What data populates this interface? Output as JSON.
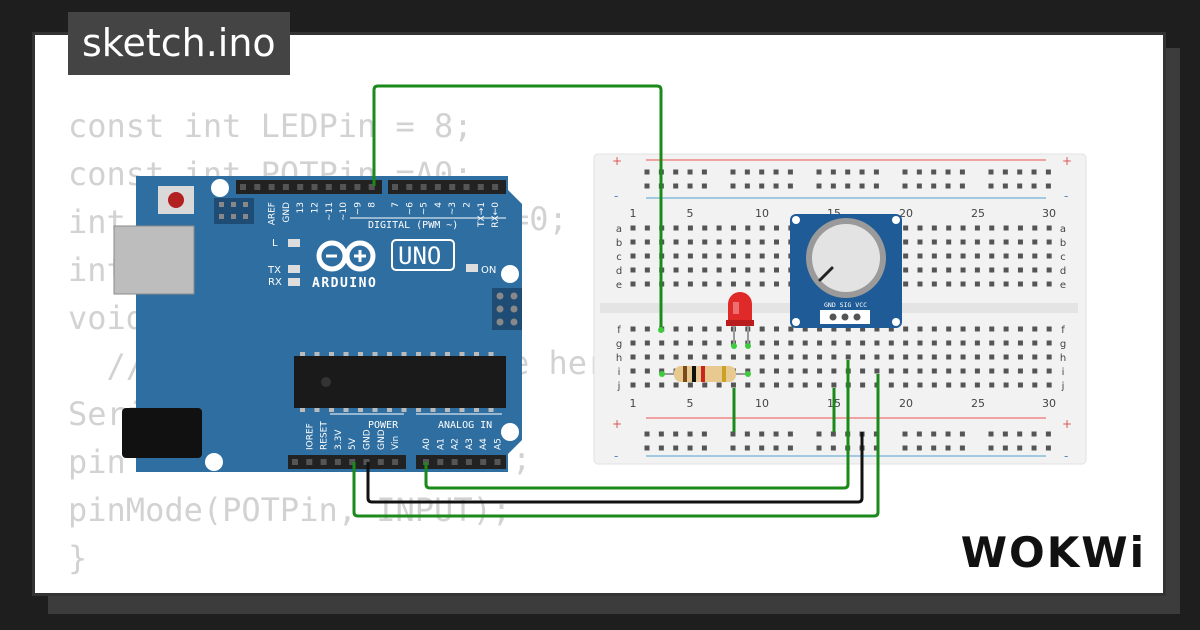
{
  "window": {
    "title": "sketch.ino"
  },
  "code_lines": [
    "const int LEDPin = 8;",
    "const int POTPin =A0;",
    "int",
    "int",
    "void",
    "  //",
    "Seri",
    "pin",
    "pinMode(POTPin, INPUT);",
    "}"
  ],
  "code_fragments": {
    "line3_tail": "=0;",
    "line6_tail": "e her",
    "line8_tail": ";"
  },
  "arduino": {
    "brand": "ARDUINO",
    "model": "UNO",
    "on_label": "ON",
    "l_label": "L",
    "tx_label": "TX",
    "rx_label": "RX",
    "digital_header": "DIGITAL (PWM ~)",
    "digital_pins": [
      "AREF",
      "GND",
      "13",
      "12",
      "~11",
      "~10",
      "~9",
      "8",
      "7",
      "~6",
      "~5",
      "4",
      "~3",
      "2",
      "TX→1",
      "RX←0"
    ],
    "power_header": "POWER",
    "power_pins": [
      "IOREF",
      "RESET",
      "3.3V",
      "5V",
      "GND",
      "GND",
      "Vin"
    ],
    "analog_header": "ANALOG IN",
    "analog_pins": [
      "A0",
      "A1",
      "A2",
      "A3",
      "A4",
      "A5"
    ]
  },
  "breadboard": {
    "col_numbers": [
      "1",
      "5",
      "10",
      "15",
      "20",
      "25",
      "30"
    ],
    "rows_top": [
      "a",
      "b",
      "c",
      "d",
      "e"
    ],
    "rows_bottom": [
      "f",
      "g",
      "h",
      "i",
      "j"
    ],
    "plus": "+",
    "minus": "-"
  },
  "potentiometer": {
    "pin_labels": "GND SIG VCC"
  },
  "brand": {
    "logo": "WOKWi"
  },
  "colors": {
    "board_blue": "#2f6ea1",
    "wire_green": "#1a8a1a",
    "wire_black": "#111111",
    "led_red": "#e02a2a",
    "breadboard_bg": "#f2f2f2",
    "card_bg": "#ffffff",
    "code_text": "#d2d2d2"
  }
}
